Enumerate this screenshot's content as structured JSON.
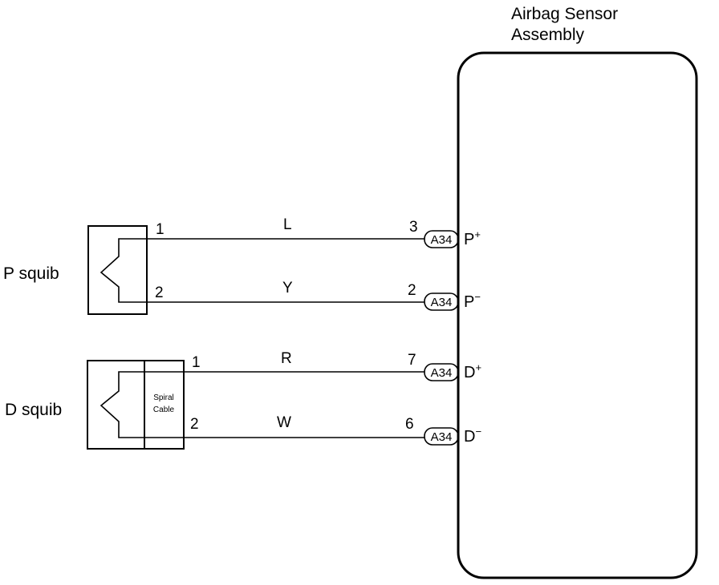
{
  "sensor": {
    "title_line1": "Airbag Sensor",
    "title_line2": "Assembly"
  },
  "p_squib": {
    "label": "P squib",
    "pin1": "1",
    "pin2": "2"
  },
  "d_squib": {
    "label": "D squib",
    "spiral_line1": "Spiral",
    "spiral_line2": "Cable",
    "pin1": "1",
    "pin2": "2"
  },
  "wires": [
    {
      "color": "L",
      "pin": "3",
      "connector": "A34",
      "terminal": "P",
      "polarity": "+"
    },
    {
      "color": "Y",
      "pin": "2",
      "connector": "A34",
      "terminal": "P",
      "polarity": "−"
    },
    {
      "color": "R",
      "pin": "7",
      "connector": "A34",
      "terminal": "D",
      "polarity": "+"
    },
    {
      "color": "W",
      "pin": "6",
      "connector": "A34",
      "terminal": "D",
      "polarity": "−"
    }
  ]
}
